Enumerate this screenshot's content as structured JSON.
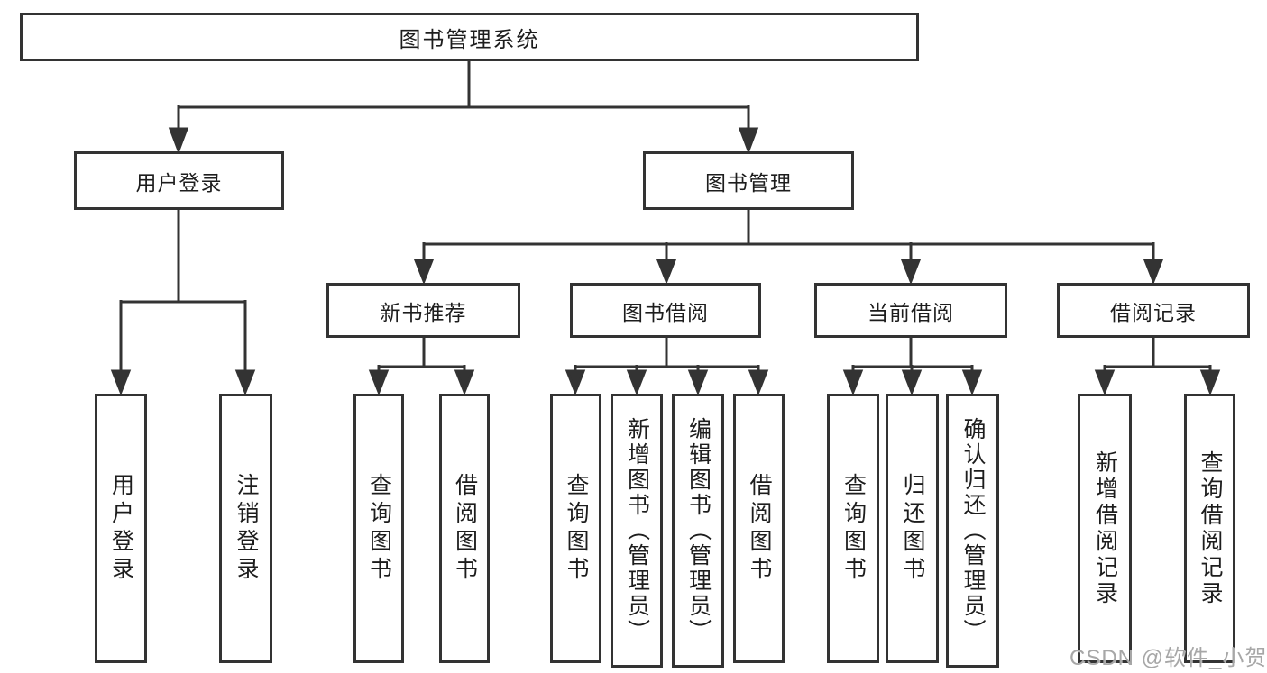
{
  "tree": {
    "label": "图书管理系统",
    "children": [
      {
        "label": "用户登录",
        "children": [
          {
            "label": "用户登录"
          },
          {
            "label": "注销登录"
          }
        ]
      },
      {
        "label": "图书管理",
        "children": [
          {
            "label": "新书推荐",
            "children": [
              {
                "label": "查询图书"
              },
              {
                "label": "借阅图书"
              }
            ]
          },
          {
            "label": "图书借阅",
            "children": [
              {
                "label": "查询图书"
              },
              {
                "label": "新增图书（管理员）"
              },
              {
                "label": "编辑图书（管理员）"
              },
              {
                "label": "借阅图书"
              }
            ]
          },
          {
            "label": "当前借阅",
            "children": [
              {
                "label": "查询图书"
              },
              {
                "label": "归还图书"
              },
              {
                "label": "确认归还（管理员）"
              }
            ]
          },
          {
            "label": "借阅记录",
            "children": [
              {
                "label": "新增借阅记录"
              },
              {
                "label": "查询借阅记录"
              }
            ]
          }
        ]
      }
    ]
  },
  "watermark": {
    "text": "CSDN @软件_小贺同学"
  },
  "colors": {
    "line": "#333333",
    "box_border": "#333333",
    "box_fill": "#ffffff",
    "text": "#1d1d1d",
    "watermark": "#a7a7a7",
    "background": "#ffffff"
  }
}
